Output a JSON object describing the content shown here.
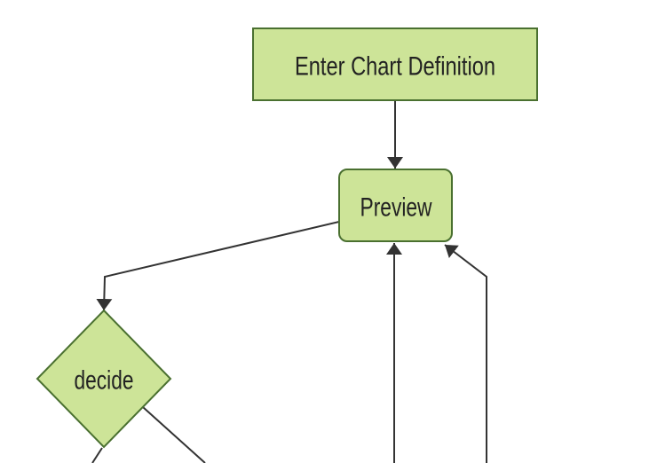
{
  "diagram": {
    "type": "flowchart",
    "direction": "top-down",
    "nodes": [
      {
        "id": "enter-chart-definition",
        "label": "Enter Chart Definition",
        "shape": "rectangle"
      },
      {
        "id": "preview",
        "label": "Preview",
        "shape": "rounded-rectangle"
      },
      {
        "id": "decide",
        "label": "decide",
        "shape": "diamond"
      }
    ],
    "edges": [
      {
        "from": "enter-chart-definition",
        "to": "preview",
        "arrowhead": true
      },
      {
        "from": "preview",
        "to": "decide",
        "arrowhead": true
      },
      {
        "from": "decide",
        "to": "offscreen-bottom-left",
        "arrowhead": false
      },
      {
        "from": "decide",
        "to": "offscreen-bottom-right",
        "arrowhead": false
      },
      {
        "from": "offscreen-bottom",
        "to": "preview",
        "arrowhead": true
      },
      {
        "from": "offscreen-bottom-right",
        "to": "preview",
        "arrowhead": true
      }
    ],
    "colors": {
      "node_fill": "#cde498",
      "node_border": "#4a7030",
      "edge": "#333333",
      "label": "#222222",
      "background": "#ffffff"
    }
  }
}
